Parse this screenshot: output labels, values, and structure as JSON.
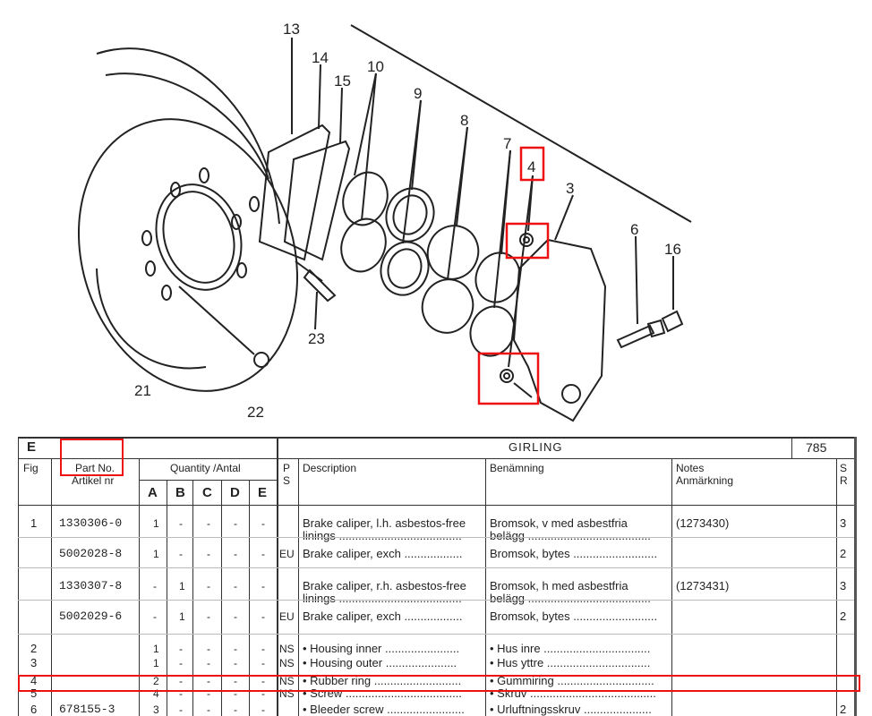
{
  "callouts": [
    "13",
    "14",
    "15",
    "10",
    "9",
    "8",
    "7",
    "4",
    "3",
    "6",
    "16",
    "23",
    "21",
    "22"
  ],
  "header": {
    "section": "E",
    "manufacturer": "GIRLING",
    "page": "785",
    "col_fig": "Fig",
    "col_part_1": "Part No.",
    "col_part_2": "Artikel nr",
    "col_qty": "Quantity /Antal",
    "qty_cols": [
      "A",
      "B",
      "C",
      "D",
      "E"
    ],
    "col_ps_1": "P",
    "col_ps_2": "S",
    "col_desc": "Description",
    "col_ben": "Benämning",
    "col_notes_1": "Notes",
    "col_notes_2": "Anmärkning",
    "col_sr_1": "S",
    "col_sr_2": "R"
  },
  "rows": [
    {
      "fig": "1",
      "part": "1330306-0",
      "qty": [
        "1",
        "-",
        "-",
        "-",
        "-"
      ],
      "ps": "",
      "desc": "Brake caliper, l.h. asbestos-free",
      "desc2": "linings ......................................",
      "ben": "Bromsok, v med asbestfria",
      "ben2": "belägg ......................................",
      "notes": "(1273430)",
      "sr": "3"
    },
    {
      "fig": "",
      "part": "5002028-8",
      "qty": [
        "1",
        "-",
        "-",
        "-",
        "-"
      ],
      "ps": "EU",
      "desc": "Brake caliper, exch ..................",
      "desc2": "",
      "ben": "Bromsok, bytes ..........................",
      "ben2": "",
      "notes": "",
      "sr": "2"
    },
    {
      "fig": "",
      "part": "1330307-8",
      "qty": [
        "-",
        "1",
        "-",
        "-",
        "-"
      ],
      "ps": "",
      "desc": "Brake caliper, r.h. asbestos-free",
      "desc2": "linings ......................................",
      "ben": "Bromsok, h med asbestfria",
      "ben2": "belägg ......................................",
      "notes": "(1273431)",
      "sr": "3"
    },
    {
      "fig": "",
      "part": "5002029-6",
      "qty": [
        "-",
        "1",
        "-",
        "-",
        "-"
      ],
      "ps": "EU",
      "desc": "Brake caliper, exch ..................",
      "desc2": "",
      "ben": "Bromsok, bytes ..........................",
      "ben2": "",
      "notes": "",
      "sr": "2"
    },
    {
      "fig": "2",
      "part": "",
      "qty": [
        "1",
        "-",
        "-",
        "-",
        "-"
      ],
      "ps": "NS",
      "desc": "• Housing inner .......................",
      "desc2": "",
      "ben": "• Hus inre .................................",
      "ben2": "",
      "notes": "",
      "sr": ""
    },
    {
      "fig": "3",
      "part": "",
      "qty": [
        "1",
        "-",
        "-",
        "-",
        "-"
      ],
      "ps": "NS",
      "desc": "• Housing outer ......................",
      "desc2": "",
      "ben": "• Hus yttre ................................",
      "ben2": "",
      "notes": "",
      "sr": ""
    },
    {
      "fig": "4",
      "part": "",
      "qty": [
        "2",
        "-",
        "-",
        "-",
        "-"
      ],
      "ps": "NS",
      "desc": "• Rubber ring ...........................",
      "desc2": "",
      "ben": "• Gummiring ..............................",
      "ben2": "",
      "notes": "",
      "sr": ""
    },
    {
      "fig": "5",
      "part": "",
      "qty": [
        "4",
        "-",
        "-",
        "-",
        "-"
      ],
      "ps": "NS",
      "desc": "• Screw ....................................",
      "desc2": "",
      "ben": "• Skruv .......................................",
      "ben2": "",
      "notes": "",
      "sr": ""
    },
    {
      "fig": "6",
      "part": "678155-3",
      "qty": [
        "3",
        "-",
        "-",
        "-",
        "-"
      ],
      "ps": "",
      "desc": "• Bleeder screw ........................",
      "desc2": "",
      "ben": "• Urluftningsskruv .....................",
      "ben2": "",
      "notes": "",
      "sr": "2"
    }
  ]
}
